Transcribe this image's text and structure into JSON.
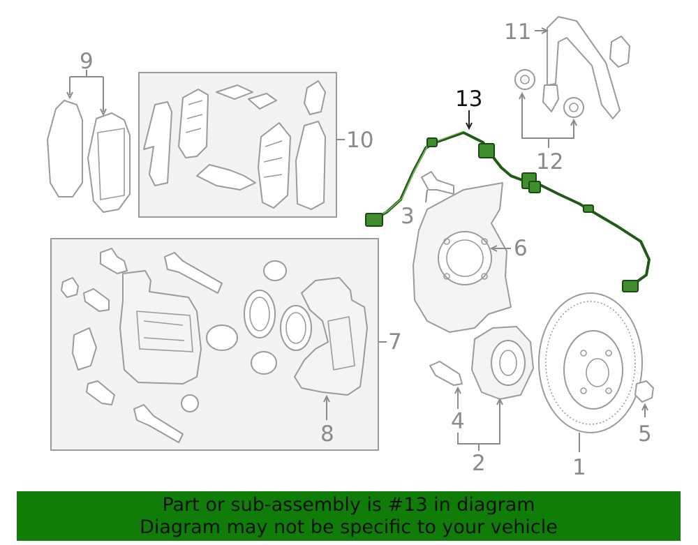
{
  "labels": {
    "l1": "1",
    "l2": "2",
    "l3": "3",
    "l4": "4",
    "l5": "5",
    "l6": "6",
    "l7": "7",
    "l8": "8",
    "l9": "9",
    "l10": "10",
    "l11": "11",
    "l12": "12",
    "l13": "13"
  },
  "highlighted_part": "13",
  "highlight_color": "#1f5a17",
  "banner": {
    "color": "#0f7d07",
    "line1": "Part or sub-assembly is #13 in diagram",
    "line2": "Diagram may not be specific to your vehicle"
  }
}
